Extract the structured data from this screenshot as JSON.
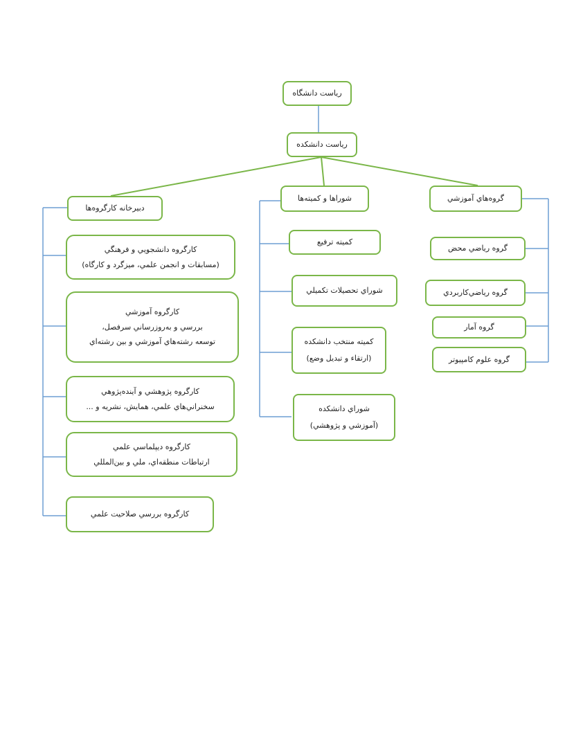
{
  "diagram": {
    "colors": {
      "node_border": "#7ab648",
      "tree_line": "#6d9ed3",
      "top_connector": "#7ab648"
    },
    "top": {
      "university_presidency": "رياست دانشگاه",
      "faculty_presidency": "رياست دانشكده"
    },
    "branches": {
      "departments": {
        "title": "گروه‌هاي آموزشي",
        "items": [
          "گروه رياضي محض",
          "گروه رياضي‌كاربردي",
          "گروه آمار",
          "گروه علوم كامپيوتر"
        ]
      },
      "councils": {
        "title": "شوراها و كميته‌ها",
        "items": [
          {
            "lines": [
              "كميته ترفيع"
            ]
          },
          {
            "lines": [
              "شوراي تحصيلات تكميلي"
            ]
          },
          {
            "lines": [
              "كميته منتخب دانشكده",
              "(ارتقاء و تبديل وضع)"
            ]
          },
          {
            "lines": [
              "شوراي دانشكده",
              "(آموزشي و پژوهشي)"
            ]
          }
        ]
      },
      "secretariat": {
        "title": "دبيرخانه كارگروه‌ها",
        "items": [
          {
            "lines": [
              "كارگروه دانشجويي و فرهنگي",
              "(مسابقات و انجمن علمي، ميزگرد و كارگاه)"
            ]
          },
          {
            "lines": [
              "كارگروه آموزشي",
              "بررسي و به‌روزرساني سرفصل،",
              "توسعه رشته‌هاي آموزشي و بين رشته‌اي"
            ]
          },
          {
            "lines": [
              "كارگروه پژوهشي و آينده‌پژوهي",
              "سخنراني‌هاي علمي، همايش، نشريه و ..."
            ]
          },
          {
            "lines": [
              "كارگروه ديپلماسي علمي",
              "ارتباطات منطقه‌اي، ملي و بين‌المللي"
            ]
          },
          {
            "lines": [
              "كارگروه بررسي صلاحيت علمي"
            ]
          }
        ]
      }
    }
  }
}
